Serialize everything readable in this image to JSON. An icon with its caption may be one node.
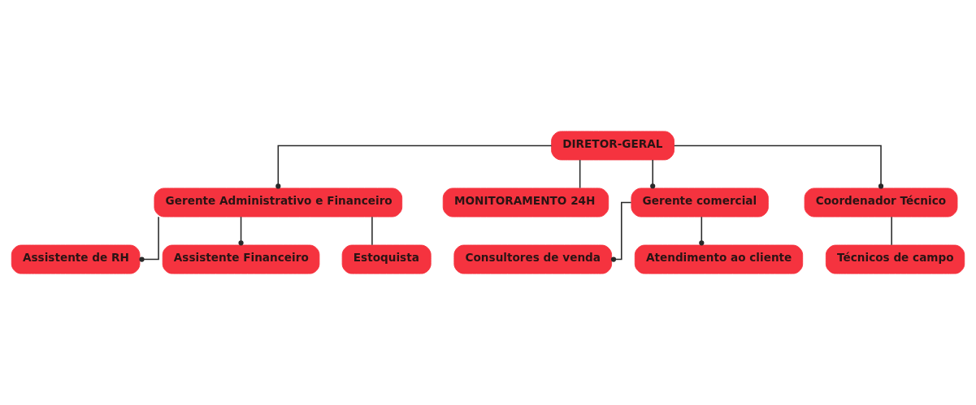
{
  "diagram": {
    "nodes": [
      {
        "text": [
          "DIRETOR-GERAL"
        ]
      },
      {
        "text": [
          "Gerente Administrativo e Financeiro"
        ]
      },
      {
        "text": [
          "MONITORAMENTO 24H"
        ]
      },
      {
        "text": [
          "Gerente comercial"
        ]
      },
      {
        "text": [
          "Coordenador Técnico"
        ]
      },
      {
        "text": [
          "Assistente de RH"
        ]
      },
      {
        "text": [
          "Assistente Financeiro"
        ]
      },
      {
        "text": [
          "Consultores de venda"
        ]
      },
      {
        "text": [
          "Atendimento ao cliente"
        ]
      },
      {
        "text": [
          "Técnicos de campo"
        ]
      },
      {
        "text": [
          "Estoquista"
        ]
      }
    ],
    "edges": [
      {
        "from": 0,
        "to": 1,
        "arrow": "other"
      },
      {
        "from": 0,
        "to": 2,
        "arrow": "none"
      },
      {
        "from": 0,
        "to": 3,
        "arrow": "other"
      },
      {
        "from": 0,
        "to": 4,
        "arrow": "other"
      },
      {
        "from": 1,
        "to": 5,
        "arrow": "other"
      },
      {
        "from": 1,
        "to": 6,
        "arrow": "other"
      },
      {
        "from": 1,
        "to": 10,
        "arrow": "none"
      },
      {
        "from": 3,
        "to": 7,
        "arrow": "other"
      },
      {
        "from": 3,
        "to": 8,
        "arrow": "other"
      },
      {
        "from": 4,
        "to": 9,
        "arrow": "none"
      }
    ]
  }
}
